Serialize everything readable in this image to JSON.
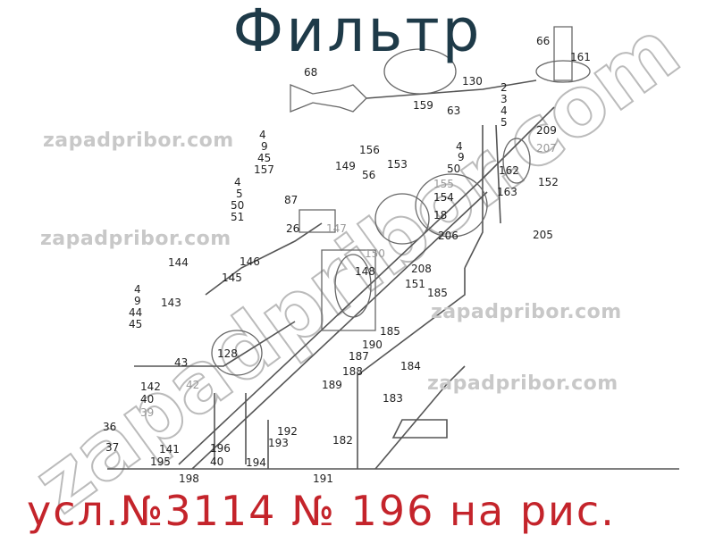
{
  "title": "Фильтр",
  "caption": "усл.№3114  № 196 на рис.",
  "watermark": "zapadpribor.com",
  "colors": {
    "title": "#1e3a48",
    "caption": "#c4242b",
    "watermark": "#c8c8c8"
  },
  "part_labels": [
    "66",
    "161",
    "68",
    "130",
    "2",
    "3",
    "4",
    "5",
    "159",
    "63",
    "4",
    "9",
    "45",
    "157",
    "156",
    "4",
    "9",
    "50",
    "209",
    "207",
    "162",
    "152",
    "163",
    "205",
    "149",
    "56",
    "153",
    "155",
    "154",
    "18",
    "206",
    "4",
    "5",
    "50",
    "51",
    "87",
    "26",
    "147",
    "150",
    "148",
    "208",
    "151",
    "185",
    "144",
    "146",
    "145",
    "4",
    "9",
    "44",
    "45",
    "143",
    "185",
    "190",
    "187",
    "188",
    "189",
    "128",
    "43",
    "184",
    "183",
    "142",
    "42",
    "40",
    "39",
    "36",
    "192",
    "193",
    "182",
    "37",
    "141",
    "196",
    "195",
    "40",
    "194",
    "191",
    "198"
  ]
}
